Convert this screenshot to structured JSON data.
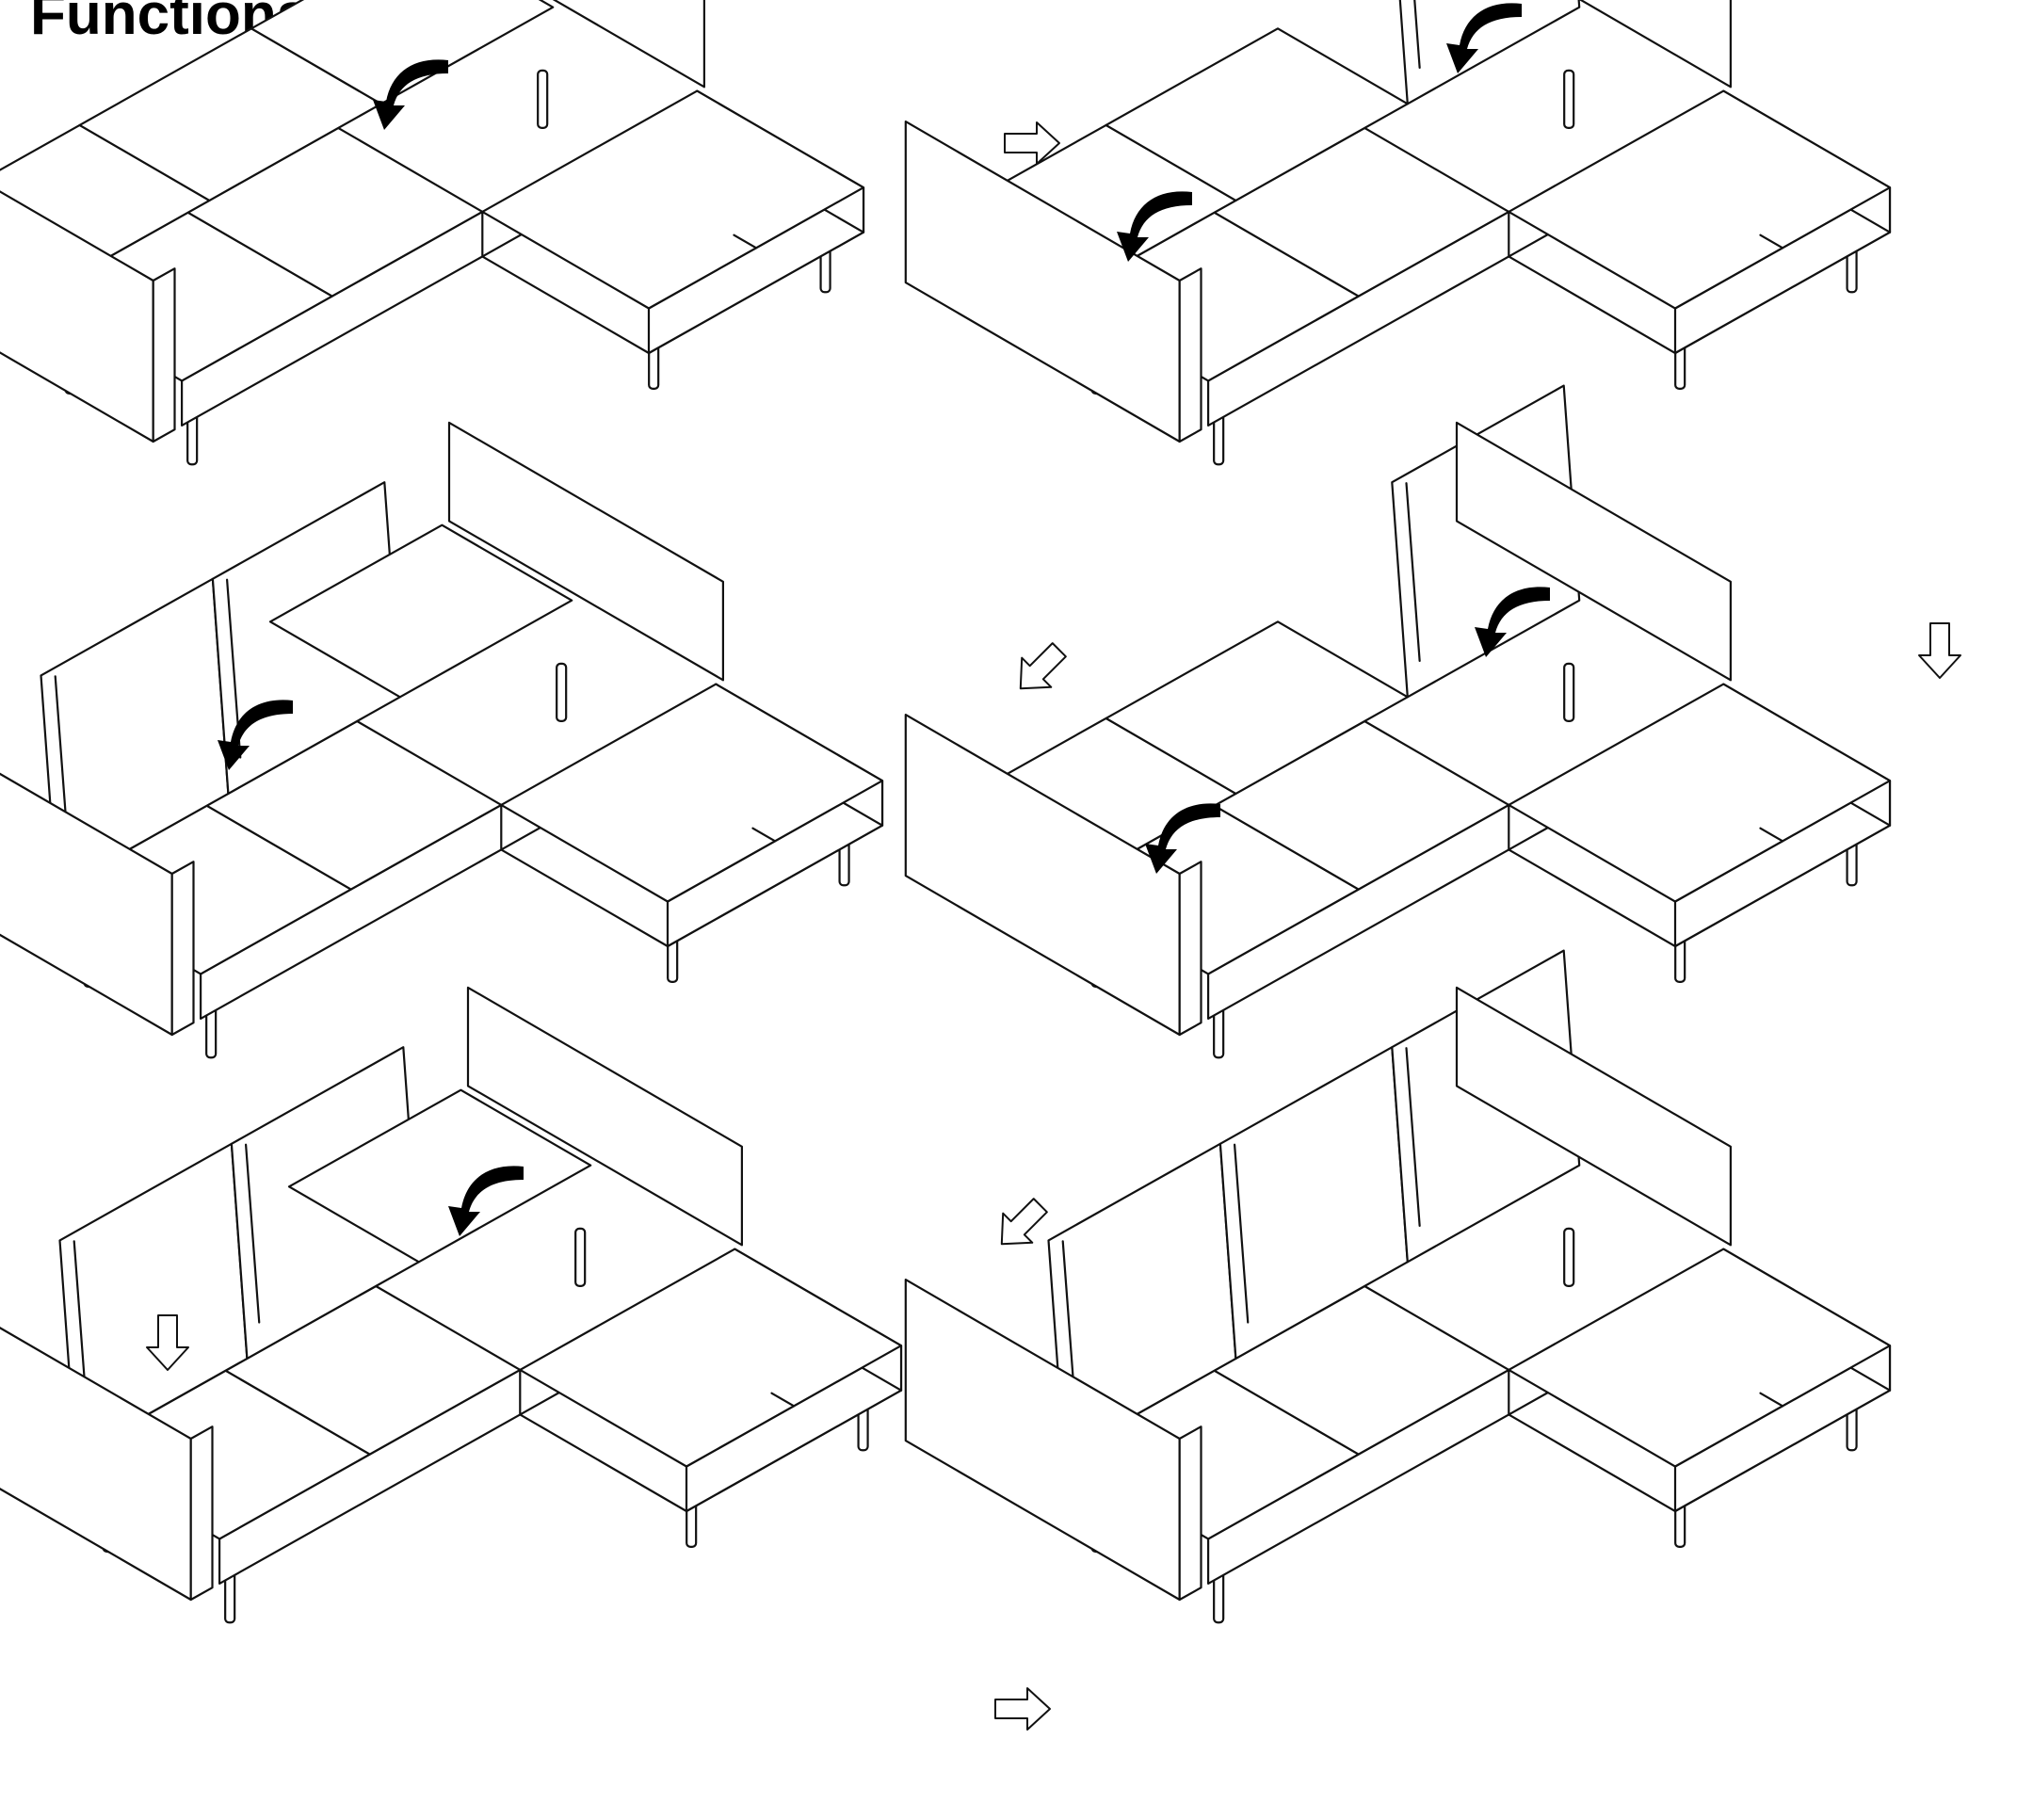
{
  "heading": {
    "title": "Functions:"
  },
  "steps": [
    {
      "key": "1",
      "backs": [
        false,
        false,
        false
      ]
    },
    {
      "key": "2",
      "backs": [
        false,
        false,
        true
      ]
    },
    {
      "key": "3",
      "backs": [
        true,
        true,
        false
      ]
    },
    {
      "key": "4",
      "backs": [
        false,
        false,
        true
      ]
    },
    {
      "key": "5",
      "backs": [
        true,
        true,
        false
      ]
    },
    {
      "key": "6",
      "backs": [
        true,
        true,
        true
      ]
    }
  ],
  "turn_arrows": [
    {
      "step": "1",
      "target": "left-back"
    },
    {
      "step": "2",
      "target": "right-back"
    },
    {
      "step": "2",
      "target": "middle-back"
    },
    {
      "step": "3",
      "target": "left-back"
    },
    {
      "step": "4",
      "target": "right-back"
    },
    {
      "step": "4",
      "target": "middle-back"
    },
    {
      "step": "5",
      "target": "middle-back"
    }
  ],
  "flow_arrows": [
    {
      "from": "1",
      "to": "2",
      "direction": "right"
    },
    {
      "from": "2",
      "to": "3",
      "direction": "down-left"
    },
    {
      "from": "2",
      "to": "4",
      "direction": "down"
    },
    {
      "from": "4",
      "to": "5",
      "direction": "down-left"
    },
    {
      "from": "3",
      "to": "5",
      "direction": "down"
    },
    {
      "from": "5",
      "to": "6",
      "direction": "right"
    }
  ]
}
